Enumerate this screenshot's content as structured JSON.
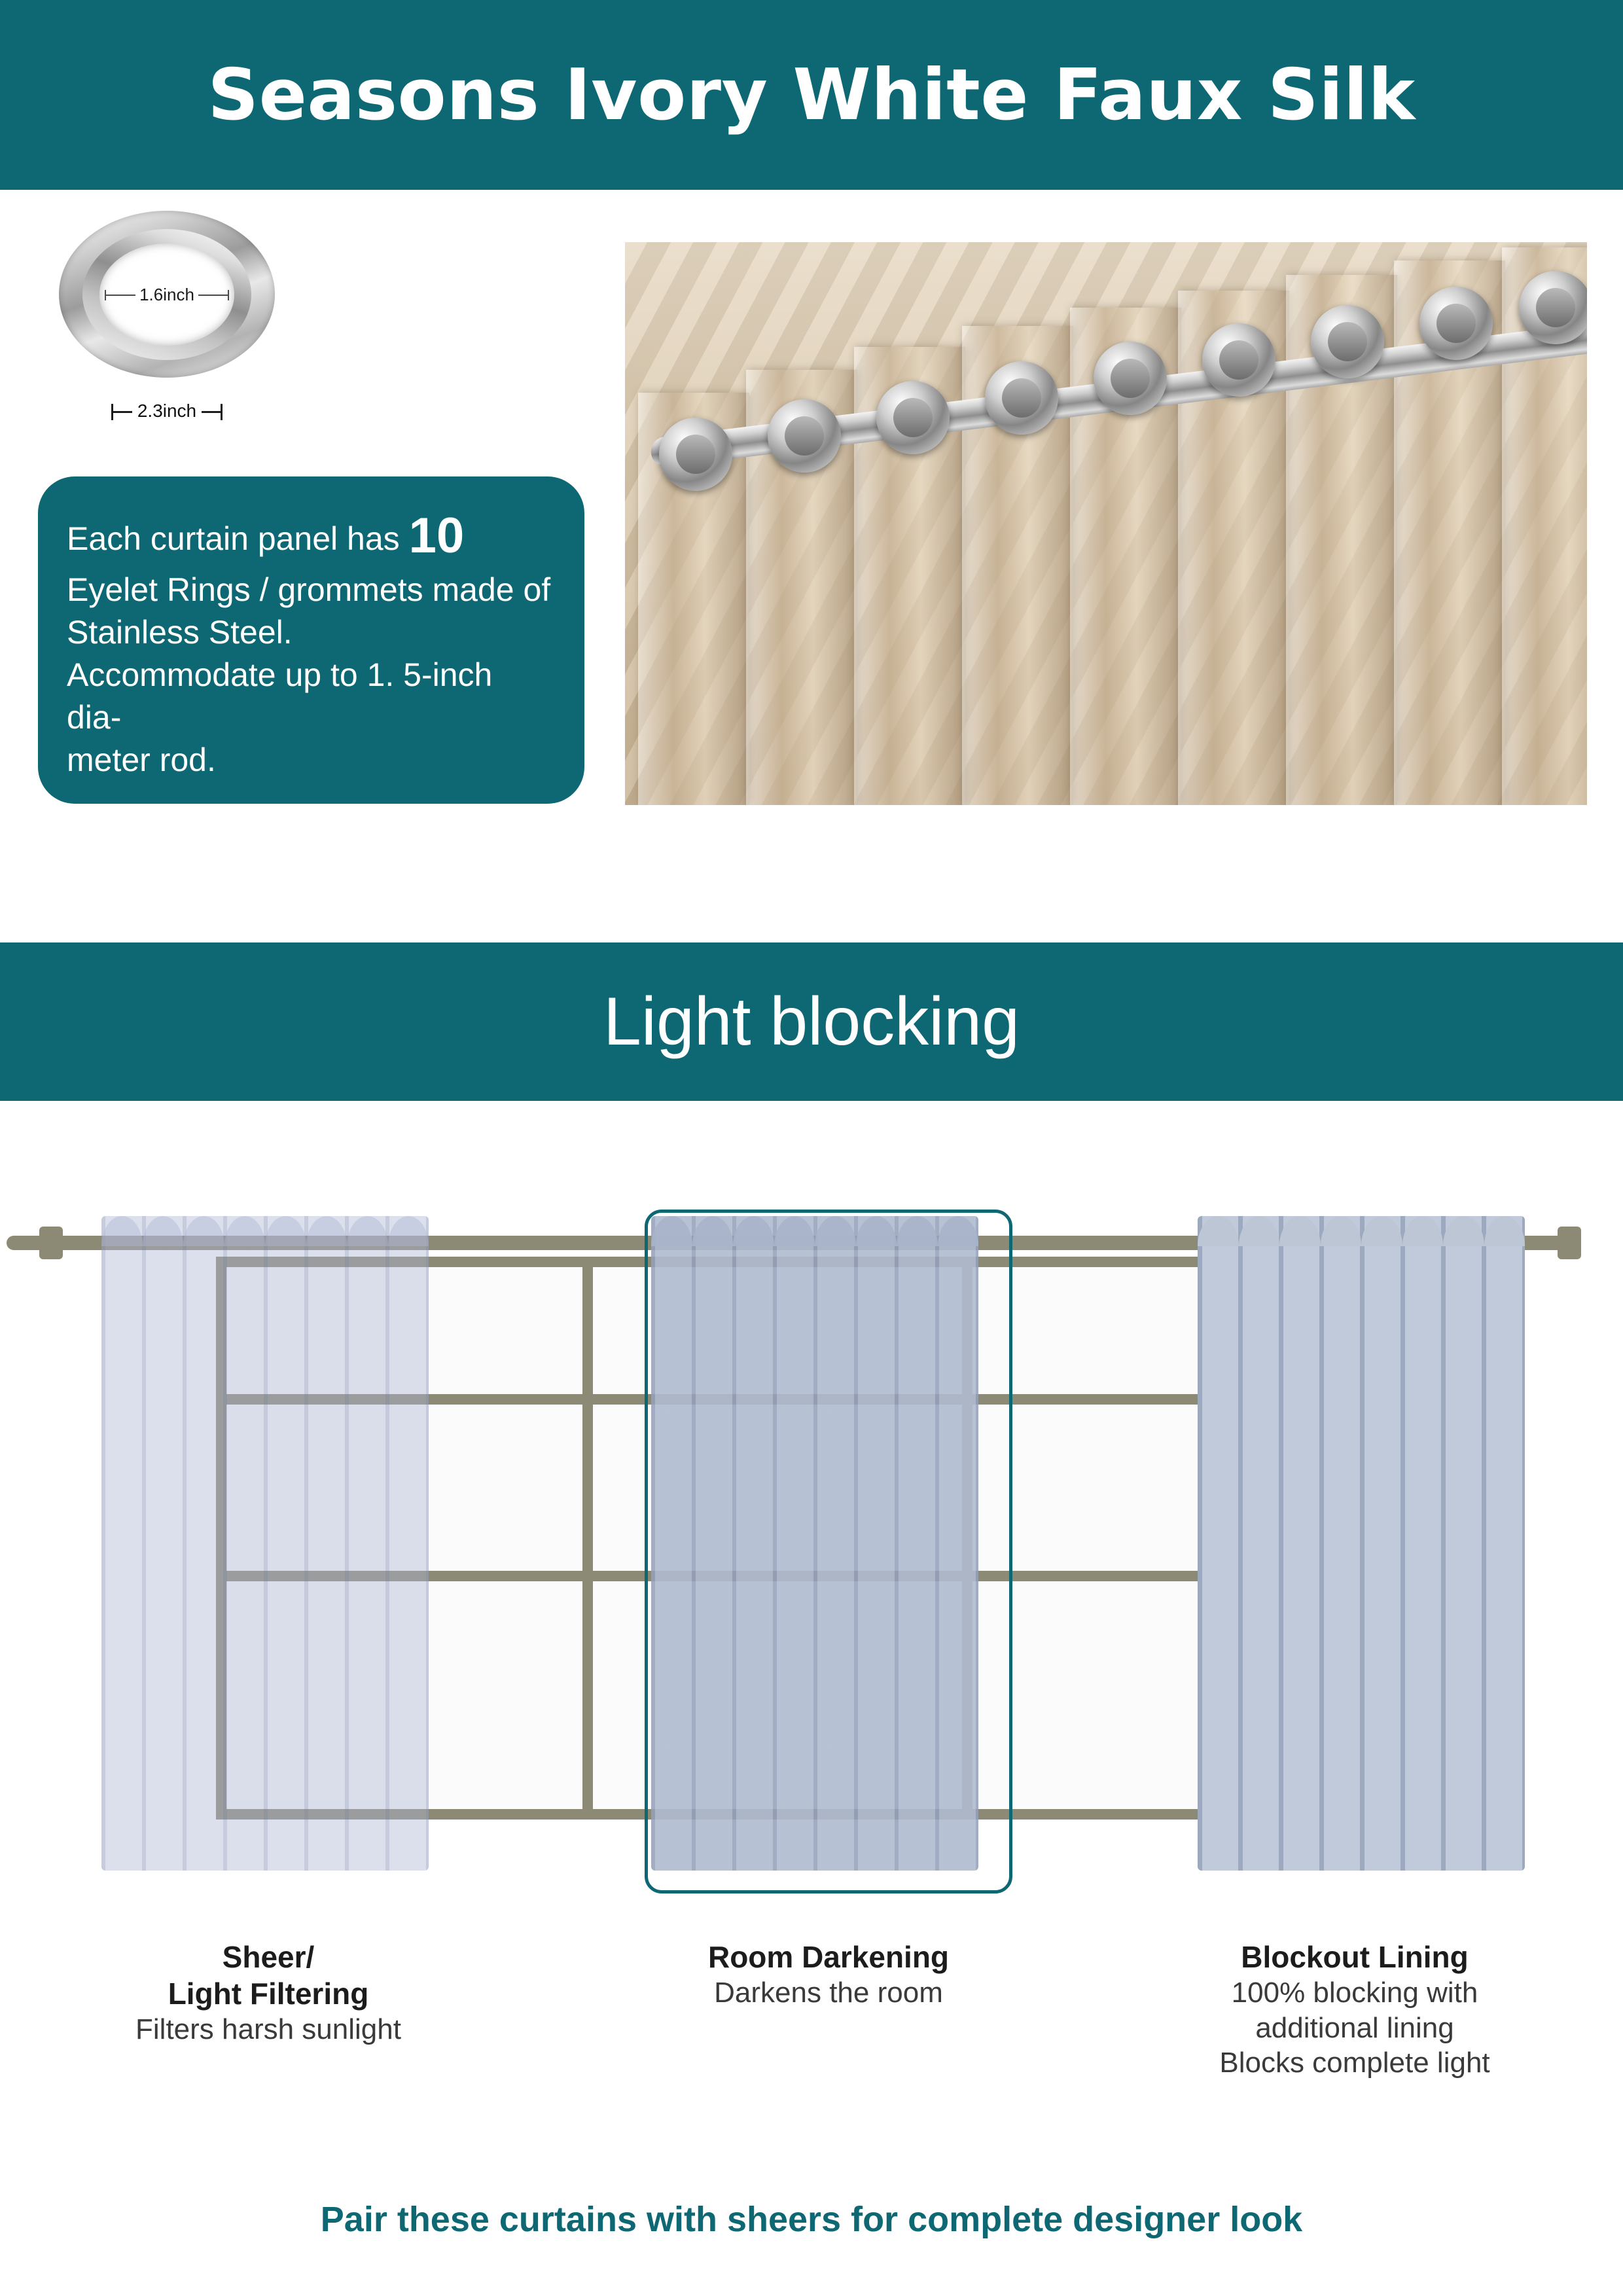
{
  "header": {
    "title": "Seasons Ivory White Faux Silk"
  },
  "grommet": {
    "inner_diameter_label": "1.6inch",
    "outer_diameter_label": "2.3inch"
  },
  "callout": {
    "line1_prefix": "Each curtain panel has",
    "count": "10",
    "line2": "Eyelet Rings / grommets made of",
    "line3": "Stainless Steel.",
    "line4": "Accommodate up to 1. 5-inch dia-",
    "line5": "meter rod."
  },
  "light_blocking": {
    "band_title": "Light blocking",
    "options": [
      {
        "title_line1": "Sheer/",
        "title_line2": "Light Filtering",
        "desc_line1": "Filters harsh sunlight",
        "desc_line2": "",
        "desc_line3": ""
      },
      {
        "title_line1": "Room Darkening",
        "title_line2": "",
        "desc_line1": "Darkens the room",
        "desc_line2": "",
        "desc_line3": ""
      },
      {
        "title_line1": "Blockout Lining",
        "title_line2": "",
        "desc_line1": "100% blocking with",
        "desc_line2": "additional lining",
        "desc_line3": "Blocks complete light"
      }
    ]
  },
  "footer": {
    "text": "Pair these curtains with sheers for complete designer look"
  },
  "colors": {
    "teal": "#0d6873",
    "frame": "#8c8974",
    "white": "#ffffff"
  }
}
